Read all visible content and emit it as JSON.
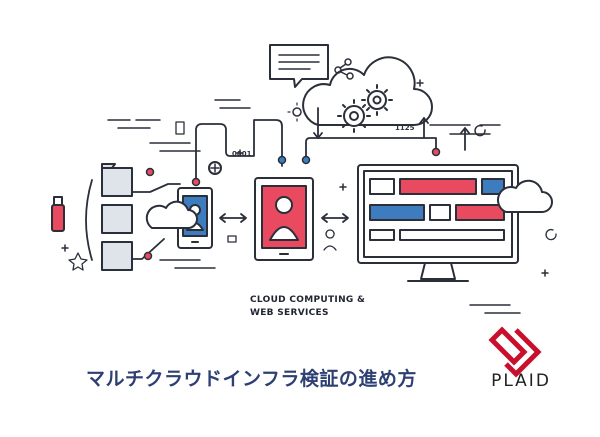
{
  "illustration": {
    "caption_line1": "CLOUD COMPUTING &",
    "caption_line2": "WEB SERVICES",
    "label_left": "0001",
    "label_right": "1125"
  },
  "title": "マルチクラウドインフラ検証の進め方",
  "logo": {
    "word": "PLAID",
    "color": "#c8102e"
  },
  "colors": {
    "ink": "#2a2f3a",
    "accent_red": "#e94a5f",
    "accent_blue": "#3e7cc0",
    "title": "#2d3f73"
  }
}
